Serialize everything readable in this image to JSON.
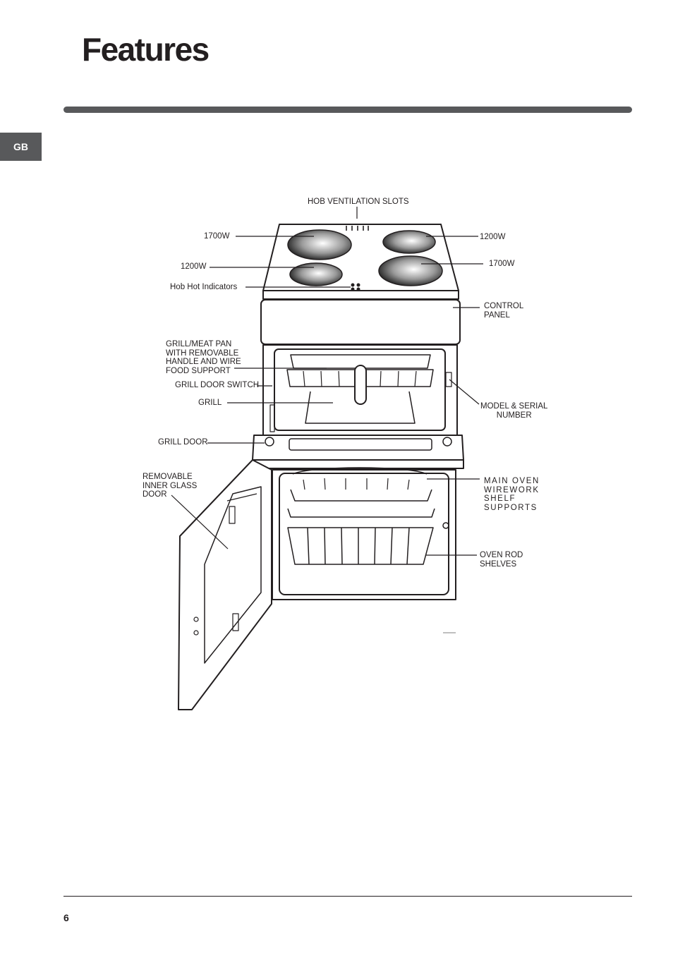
{
  "page": {
    "title": "Features",
    "language_tab": "GB",
    "page_number": "6"
  },
  "labels": {
    "hob_ventilation_slots": "HOB VENTILATION SLOTS",
    "rear_left_power": "1700W",
    "rear_right_power": "1200W",
    "front_left_power": "1200W",
    "front_right_power": "1700W",
    "hob_hot_indicators": "Hob Hot Indicators",
    "control_panel": "CONTROL\nPANEL",
    "grill_meat_pan": "GRILL/MEAT PAN\nWITH REMOVABLE\nHANDLE AND WIRE\nFOOD SUPPORT",
    "grill_door_switch": "GRILL DOOR SWITCH",
    "grill": "GRILL",
    "model_serial_number": "MODEL & SERIAL\nNUMBER",
    "grill_door": "GRILL DOOR",
    "removable_inner_glass_door": "REMOVABLE\nINNER GLASS\nDOOR",
    "main_oven_shelf_supports": "MAIN OVEN\nWIREWORK\nSHELF\nSUPPORTS",
    "oven_rod_shelves": "OVEN ROD\nSHELVES"
  }
}
